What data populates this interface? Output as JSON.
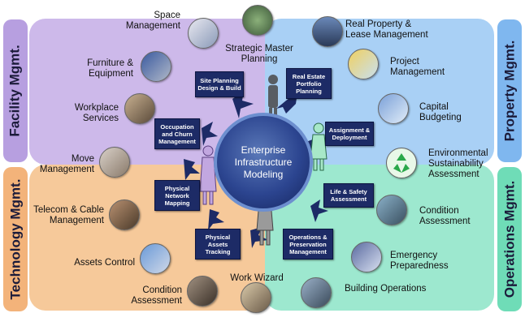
{
  "sections": {
    "facility": "Facility Mgmt.",
    "property": "Property Mgmt.",
    "technology": "Technology Mgmt.",
    "operations": "Operations Mgmt."
  },
  "center": {
    "line1": "Enterprise",
    "line2": "Infrastructure",
    "line3": "Modeling"
  },
  "facility_items": {
    "space": [
      "Space",
      "Management"
    ],
    "furniture": [
      "Furniture &",
      "Equipment"
    ],
    "workplace": [
      "Workplace",
      "Services"
    ],
    "move": [
      "Move",
      "Management"
    ]
  },
  "top_items": {
    "strategic": [
      "Strategic Master",
      "Planning"
    ]
  },
  "property_items": {
    "real_property": [
      "Real Property &",
      "Lease Management"
    ],
    "project": [
      "Project",
      "Management"
    ],
    "capital": [
      "Capital",
      "Budgeting"
    ],
    "environmental": [
      "Environmental",
      "Sustainability",
      "Assessment"
    ]
  },
  "technology_items": {
    "telecom": [
      "Telecom & Cable",
      "Management"
    ],
    "assets": "Assets Control",
    "condition": [
      "Condition",
      "Assessment"
    ]
  },
  "bottom_items": {
    "work_wizard": "Work Wizard"
  },
  "operations_items": {
    "condition": [
      "Condition",
      "Assessment"
    ],
    "emergency": [
      "Emergency",
      "Preparedness"
    ],
    "building": "Building Operations"
  },
  "boxes": {
    "site_planning": [
      "Site Planning",
      "Design & Build"
    ],
    "real_estate": [
      "Real Estate",
      "Portfolio",
      "Planning"
    ],
    "occupation": [
      "Occupation",
      "and Churn",
      "Management"
    ],
    "assignment": [
      "Assignment &",
      "Deployment"
    ],
    "physical_network": [
      "Physical",
      "Network",
      "Mapping"
    ],
    "life_safety": [
      "Life & Safety",
      "Assessment"
    ],
    "physical_assets": [
      "Physical",
      "Assets",
      "Tracking"
    ],
    "operations_preservation": [
      "Operations &",
      "Preservation",
      "Management"
    ]
  },
  "colors": {
    "facility": "#cdb9ea",
    "property": "#a9d0f5",
    "technology": "#f6c99a",
    "operations": "#9de8cf",
    "box": "#1d2b66",
    "center": "#2c4590"
  },
  "icons": [
    "recycle-icon",
    "person-silhouette-icon",
    "arrow-icon"
  ]
}
